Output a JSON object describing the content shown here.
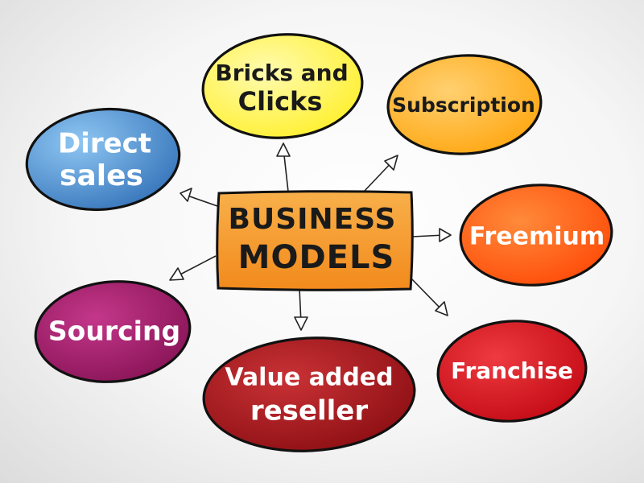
{
  "center": {
    "line1": "BUSINESS",
    "line2": "MODELS",
    "color": "#f59a2c"
  },
  "nodes": {
    "bricks_and_clicks": {
      "line1": "Bricks and",
      "line2": "Clicks",
      "color": "#fff04a"
    },
    "subscription": {
      "label": "Subscription",
      "color": "#ffb622"
    },
    "direct_sales": {
      "line1": "Direct",
      "line2": "sales",
      "color": "#4c8ecf"
    },
    "freemium": {
      "label": "Freemium",
      "color": "#ff5b16"
    },
    "sourcing": {
      "label": "Sourcing",
      "color": "#9e1a66"
    },
    "value_added_reseller": {
      "line1": "Value added",
      "line2": "reseller",
      "color": "#a3171a"
    },
    "franchise": {
      "label": "Franchise",
      "color": "#d3121c"
    }
  }
}
